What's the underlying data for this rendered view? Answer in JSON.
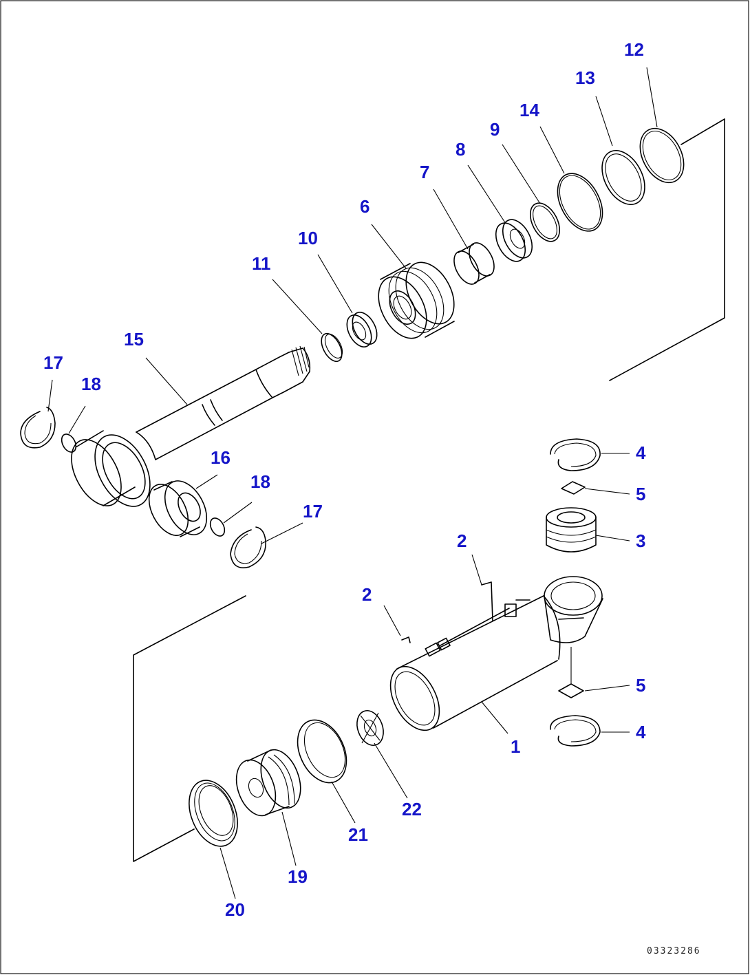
{
  "callouts": [
    "1",
    "2",
    "2",
    "3",
    "4",
    "5",
    "5",
    "4",
    "6",
    "7",
    "8",
    "9",
    "10",
    "11",
    "12",
    "13",
    "14",
    "15",
    "16",
    "17",
    "18",
    "18",
    "17",
    "19",
    "20",
    "21",
    "22"
  ],
  "drawing_code": "03323286"
}
